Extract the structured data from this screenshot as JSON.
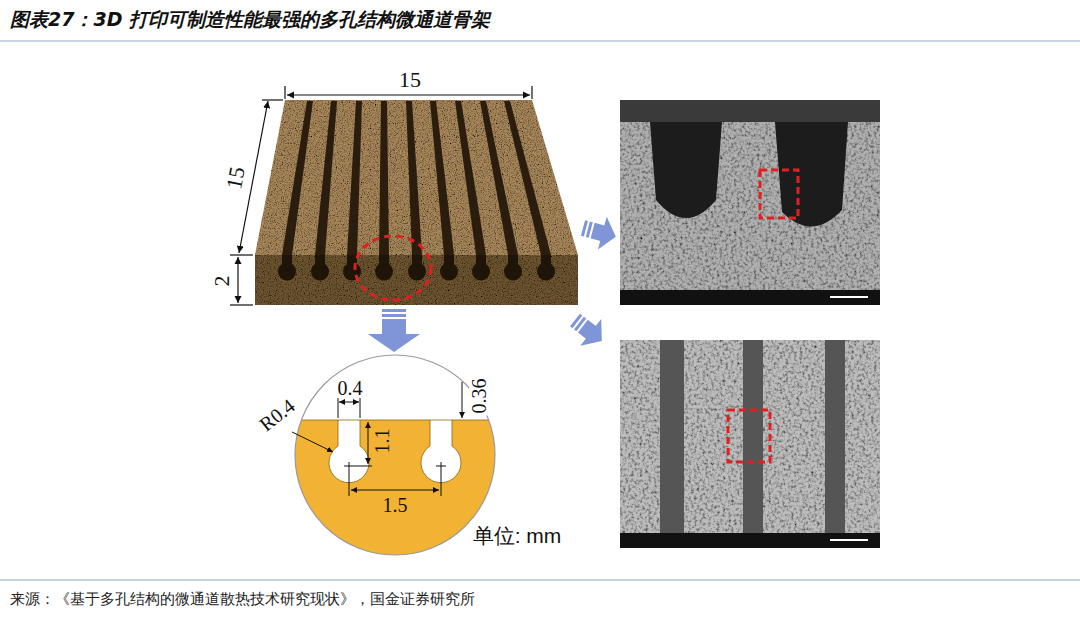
{
  "diagram": {
    "title": "图表27：3D 打印可制造性能最强的多孔结构微通道骨架",
    "caption": "来源：《基于多孔结构的微通道散热技术研究现状》，国金证券研究所",
    "labels": [
      "15",
      "15",
      "2",
      "0.4",
      "R0.4",
      "1.1",
      "1.5",
      "0.36",
      "单位: mm"
    ]
  }
}
